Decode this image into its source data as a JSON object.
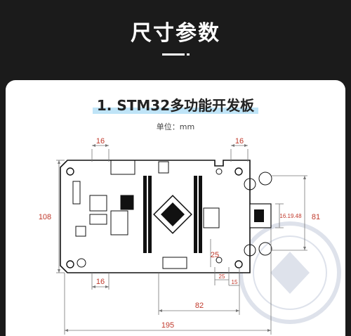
{
  "header": {
    "title": "尺寸参数"
  },
  "card": {
    "title": "1. STM32多功能开发板",
    "unit": "单位：mm"
  },
  "dimensions": {
    "top_left_width": "16",
    "top_right_width": "16",
    "bottom_left_width": "16",
    "height_left": "108",
    "height_right": "81",
    "mid_right_height": "25",
    "bottom_small_a": "25",
    "bottom_small_b": "15",
    "connector_span": "16.19.48",
    "bottom_82": "82",
    "bottom_195": "195"
  },
  "colors": {
    "background": "#1b1b1b",
    "card": "#ffffff",
    "dimension": "#c0392b",
    "highlight": "#bfe4f7"
  }
}
